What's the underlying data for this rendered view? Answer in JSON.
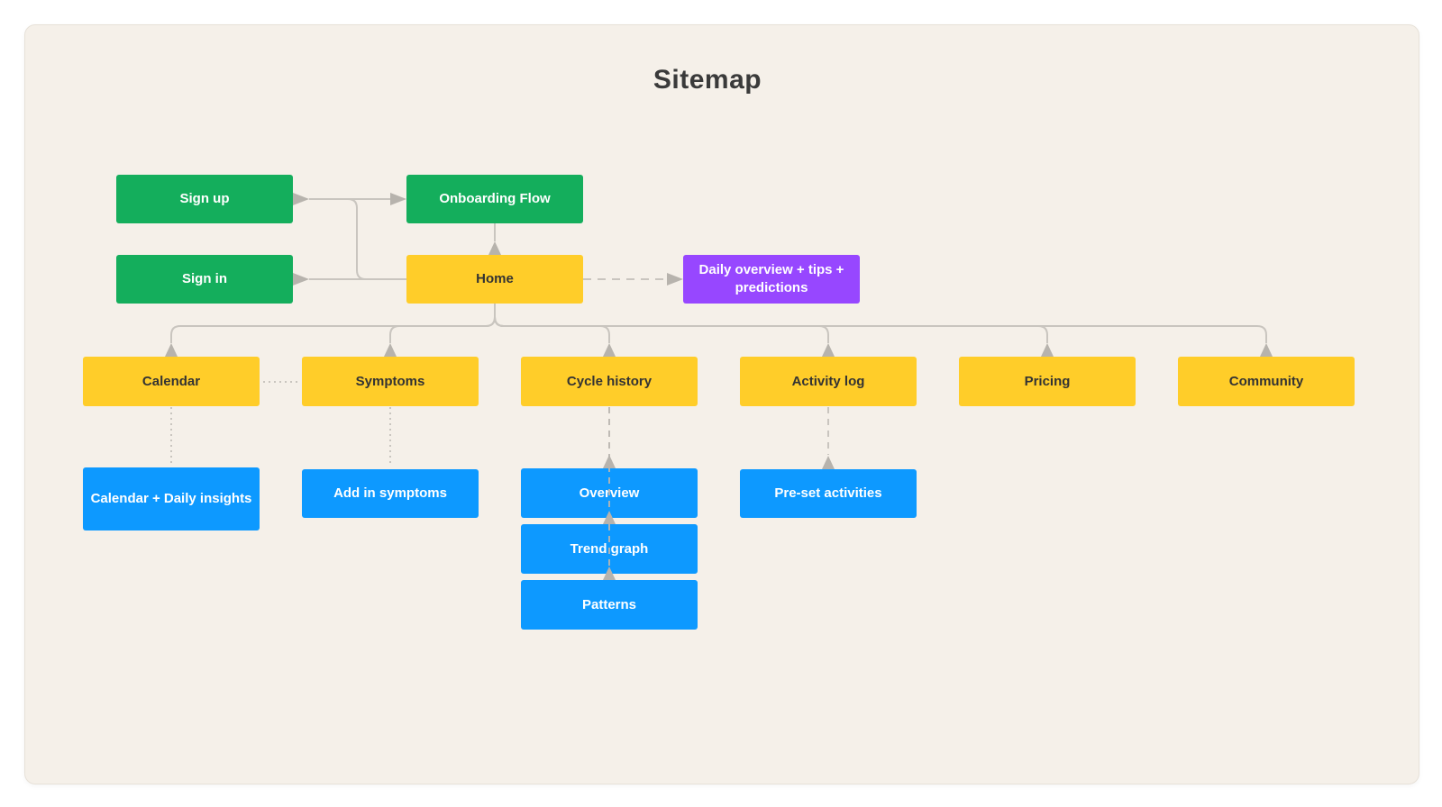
{
  "title": "Sitemap",
  "colors": {
    "board_background": "#f5f0e9",
    "page_background": "#ffffff",
    "green": "#14ae5c",
    "yellow": "#ffcd29",
    "blue": "#0d99ff",
    "purple": "#9747ff",
    "connector_gray": "#c9c5bf",
    "arrowhead_gray": "#b7b3ad",
    "title_text": "#3a3a3a",
    "yellow_box_text": "#333333",
    "light_box_text": "#ffffff"
  },
  "nodes": {
    "sign_up": {
      "label": "Sign up",
      "color": "green"
    },
    "onboarding_flow": {
      "label": "Onboarding Flow",
      "color": "green"
    },
    "sign_in": {
      "label": "Sign in",
      "color": "green"
    },
    "home": {
      "label": "Home",
      "color": "yellow"
    },
    "daily_overview": {
      "label": "Daily overview + tips + predictions",
      "color": "purple"
    },
    "calendar": {
      "label": "Calendar",
      "color": "yellow"
    },
    "symptoms": {
      "label": "Symptoms",
      "color": "yellow"
    },
    "cycle_history": {
      "label": "Cycle history",
      "color": "yellow"
    },
    "activity_log": {
      "label": "Activity log",
      "color": "yellow"
    },
    "pricing": {
      "label": "Pricing",
      "color": "yellow"
    },
    "community": {
      "label": "Community",
      "color": "yellow"
    },
    "calendar_daily_insights": {
      "label": "Calendar + Daily insights",
      "color": "blue"
    },
    "add_in_symptoms": {
      "label": "Add in symptoms",
      "color": "blue"
    },
    "overview": {
      "label": "Overview",
      "color": "blue"
    },
    "trend_graph": {
      "label": "Trend graph",
      "color": "blue"
    },
    "patterns": {
      "label": "Patterns",
      "color": "blue"
    },
    "preset_activities": {
      "label": "Pre-set activities",
      "color": "blue"
    }
  },
  "edges": [
    {
      "from": "sign_up",
      "to": "onboarding_flow",
      "style": "solid-arrow"
    },
    {
      "from": "sign_up",
      "to": "home",
      "style": "solid"
    },
    {
      "from": "sign_in",
      "to": "home",
      "style": "solid"
    },
    {
      "from": "home",
      "to": "onboarding_flow",
      "style": "solid-arrow-up"
    },
    {
      "from": "home",
      "to": "daily_overview",
      "style": "dashed-arrow"
    },
    {
      "from": "home",
      "to": "calendar",
      "style": "solid-arrow-up"
    },
    {
      "from": "home",
      "to": "symptoms",
      "style": "solid-arrow-up"
    },
    {
      "from": "home",
      "to": "cycle_history",
      "style": "solid-arrow-up"
    },
    {
      "from": "home",
      "to": "activity_log",
      "style": "solid-arrow-up"
    },
    {
      "from": "home",
      "to": "pricing",
      "style": "solid-arrow-up"
    },
    {
      "from": "home",
      "to": "community",
      "style": "solid-arrow-up"
    },
    {
      "from": "calendar",
      "to": "symptoms",
      "style": "dotted"
    },
    {
      "from": "calendar",
      "to": "calendar_daily_insights",
      "style": "dotted"
    },
    {
      "from": "symptoms",
      "to": "add_in_symptoms",
      "style": "dotted"
    },
    {
      "from": "cycle_history",
      "to": "overview",
      "style": "dashed-arrow-up"
    },
    {
      "from": "overview",
      "to": "trend_graph",
      "style": "dashed-arrow-up"
    },
    {
      "from": "trend_graph",
      "to": "patterns",
      "style": "dashed-arrow-up"
    },
    {
      "from": "activity_log",
      "to": "preset_activities",
      "style": "dashed-arrow-up"
    }
  ]
}
